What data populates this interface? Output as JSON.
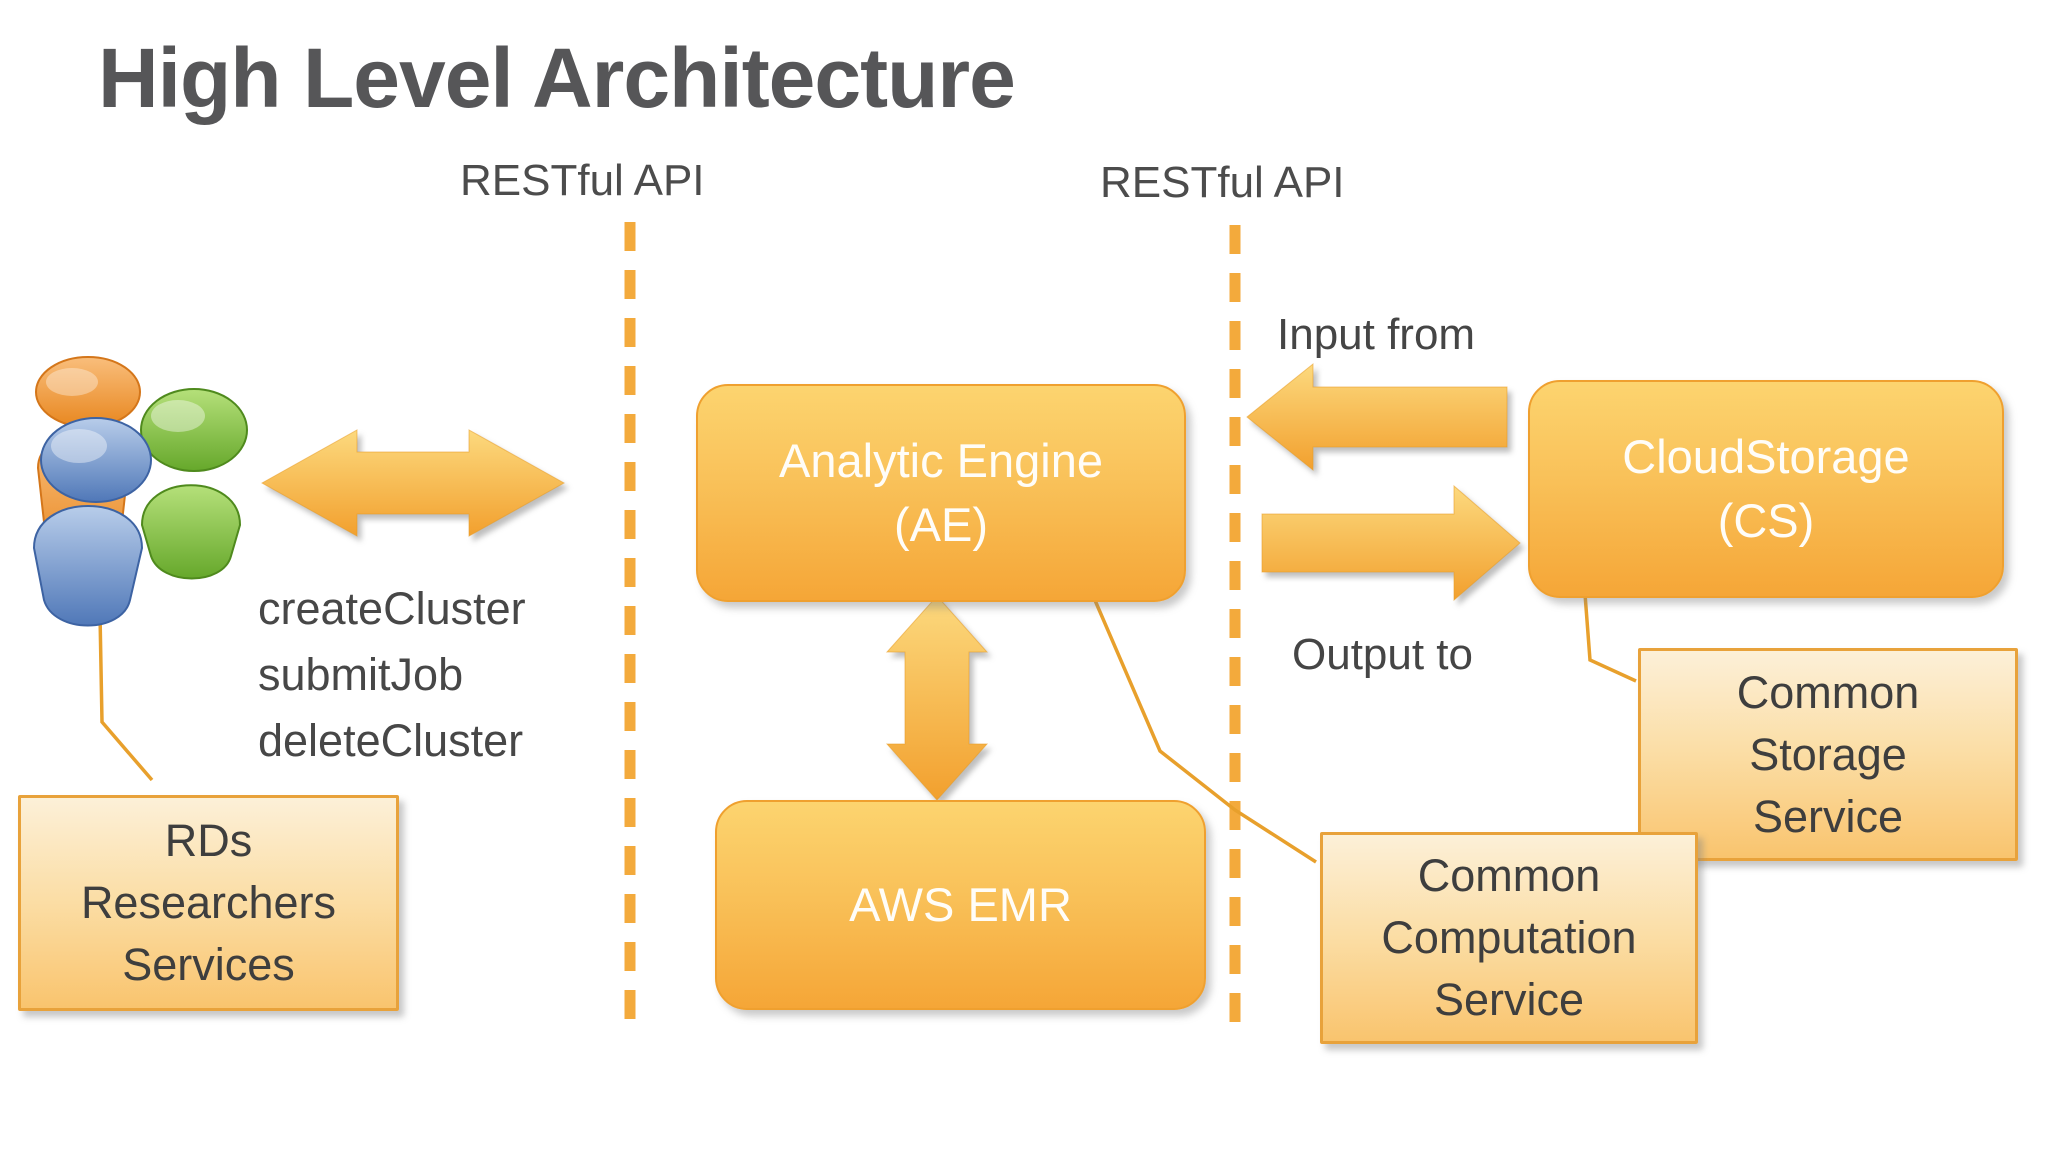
{
  "title": "High Level Architecture",
  "labels": {
    "restful_api_left": "RESTful API",
    "restful_api_right": "RESTful API",
    "input_from": "Input from",
    "output_to": "Output to"
  },
  "api_operations": [
    "createCluster",
    "submitJob",
    "deleteCluster"
  ],
  "nodes": {
    "rds": {
      "lines": [
        "RDs",
        "Researchers",
        "Services"
      ]
    },
    "analytic_engine": {
      "lines": [
        "Analytic Engine",
        "(AE)"
      ]
    },
    "aws_emr": {
      "lines": [
        "AWS EMR"
      ]
    },
    "cloud_storage": {
      "lines": [
        "CloudStorage",
        "(CS)"
      ]
    },
    "common_storage": {
      "lines": [
        "Common",
        "Storage",
        "Service"
      ]
    },
    "common_computation": {
      "lines": [
        "Common",
        "Computation",
        "Service"
      ]
    }
  },
  "icons": {
    "users": "three-people-figures"
  },
  "colors": {
    "accent_orange": "#f5a637",
    "rounded_box_top": "#fcd46f",
    "rounded_box_bottom": "#f5a637",
    "flat_box_top": "#fcf0d8",
    "flat_box_bottom": "#f9c46e",
    "box_border": "#e8a23b",
    "dashed_line": "#f3aa3c",
    "connector_line": "#e8a02c",
    "arrow_top": "#fcd97e",
    "arrow_bottom": "#f2a02e",
    "title_text": "#565658",
    "body_text": "#474747",
    "box_text_light": "#fffdf8",
    "person_orange": "#e8871f",
    "person_green": "#66a82b",
    "person_blue": "#5078b8"
  }
}
